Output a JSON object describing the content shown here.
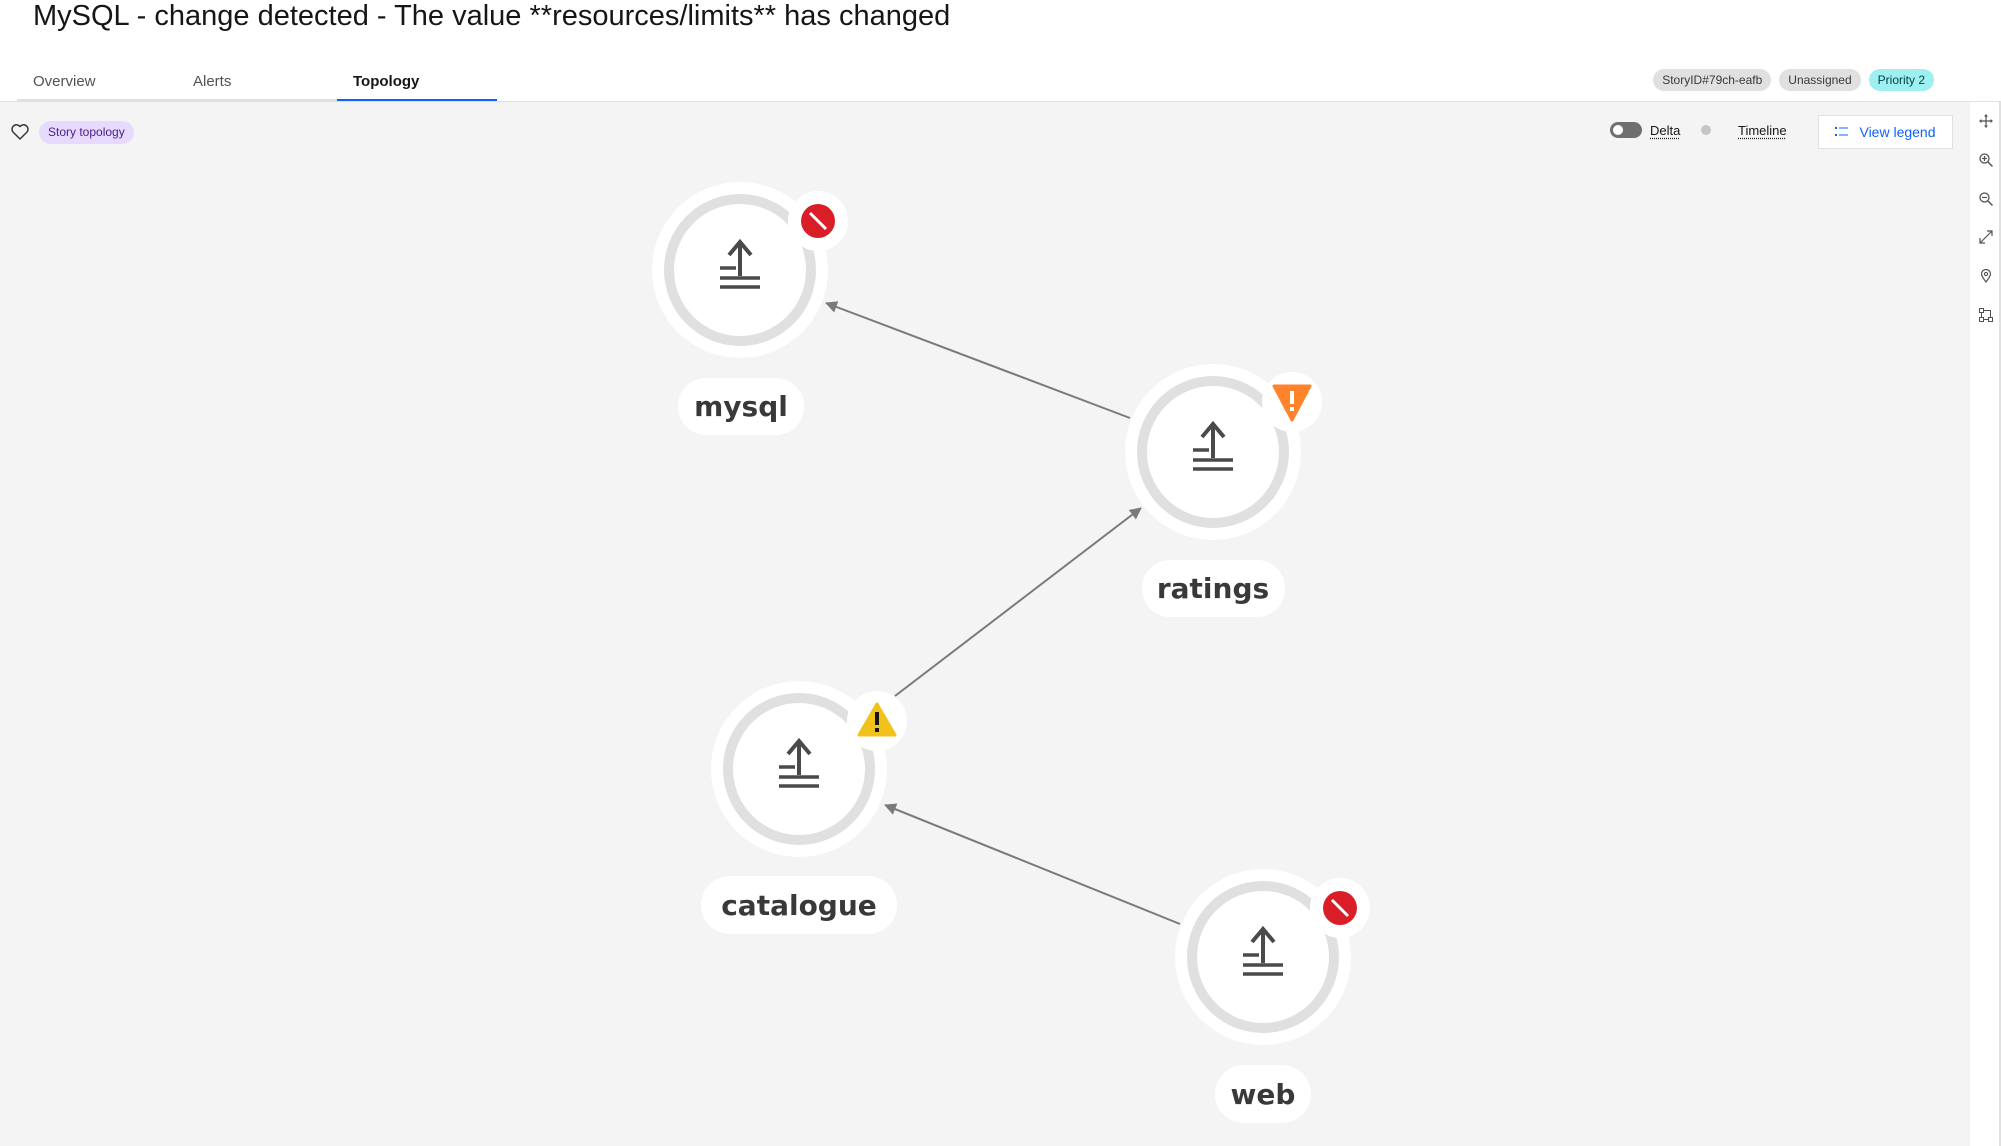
{
  "title": "MySQL - change detected - The value **resources/limits** has changed",
  "tabs": [
    {
      "label": "Overview"
    },
    {
      "label": "Alerts"
    },
    {
      "label": "Topology"
    }
  ],
  "tags": {
    "story_id": "StoryID#79ch-eafb",
    "assignee": "Unassigned",
    "priority": "Priority 2"
  },
  "toolbar": {
    "story_tag": "Story topology",
    "delta_label": "Delta",
    "timeline_label": "Timeline",
    "legend_label": "View legend"
  },
  "nodes": [
    {
      "label": "mysql",
      "status": "critical",
      "icon": "deployment-icon"
    },
    {
      "label": "ratings",
      "status": "major",
      "icon": "deployment-icon"
    },
    {
      "label": "catalogue",
      "status": "warning",
      "icon": "deployment-icon"
    },
    {
      "label": "web",
      "status": "critical",
      "icon": "deployment-icon"
    }
  ],
  "edges": [
    {
      "from": "ratings",
      "to": "mysql"
    },
    {
      "from": "catalogue",
      "to": "ratings"
    },
    {
      "from": "web",
      "to": "catalogue"
    }
  ],
  "colors": {
    "critical": "#da1e28",
    "major": "#ff832b",
    "warning": "#f1c21b",
    "accent": "#0f62fe"
  },
  "rail_tools": [
    "pan-icon",
    "zoom-in-icon",
    "zoom-out-icon",
    "fit-icon",
    "locate-icon",
    "layout-icon"
  ]
}
